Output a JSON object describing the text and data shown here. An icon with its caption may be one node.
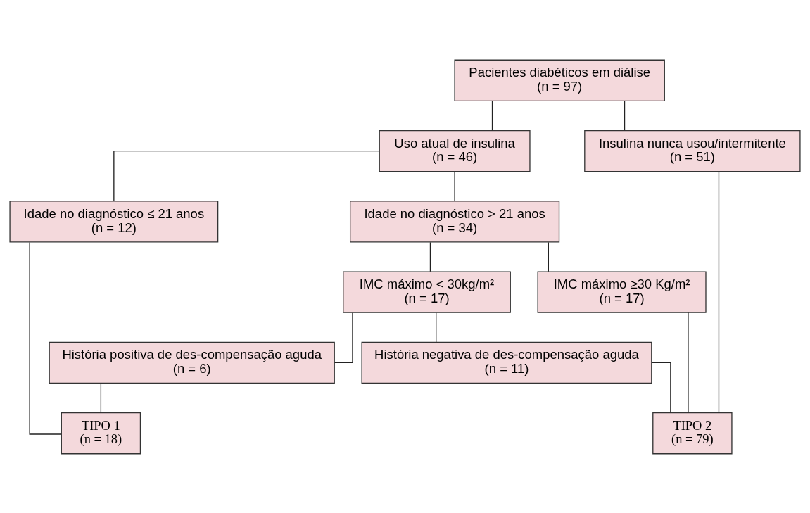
{
  "diagram": {
    "nodes": [
      {
        "text": [
          "Pacientes diabéticos em diálise",
          "(n = 97)"
        ]
      },
      {
        "text": [
          "Uso atual de insulina",
          "(n = 46)"
        ]
      },
      {
        "text": [
          "Insulina nunca usou/intermitente",
          "(n = 51)"
        ]
      },
      {
        "text": [
          "Idade no diagnóstico ≤ 21 anos",
          "(n = 12)"
        ]
      },
      {
        "text": [
          "Idade no diagnóstico > 21 anos",
          "(n = 34)"
        ]
      },
      {
        "text": [
          "IMC máximo < 30kg/m²",
          "(n = 17)"
        ]
      },
      {
        "text": [
          "IMC máximo ≥30 Kg/m²",
          "(n = 17)"
        ]
      },
      {
        "text": [
          "História positiva de des-compensação aguda",
          "(n = 6)"
        ]
      },
      {
        "text": [
          "História negativa de des-compensação aguda",
          "(n = 11)"
        ]
      },
      {
        "text": [
          "TIPO 1",
          "(n = 18)"
        ]
      },
      {
        "text": [
          "TIPO 2",
          "(n = 79)"
        ]
      }
    ],
    "edges": [
      {
        "from": 0,
        "to": 1,
        "arrow": "none"
      },
      {
        "from": 0,
        "to": 2,
        "arrow": "none"
      },
      {
        "from": 1,
        "to": 3,
        "arrow": "none"
      },
      {
        "from": 1,
        "to": 4,
        "arrow": "none"
      },
      {
        "from": 4,
        "to": 5,
        "arrow": "none"
      },
      {
        "from": 4,
        "to": 6,
        "arrow": "none"
      },
      {
        "from": 5,
        "to": 7,
        "arrow": "none"
      },
      {
        "from": 5,
        "to": 8,
        "arrow": "none"
      },
      {
        "from": 3,
        "to": 9,
        "arrow": "none"
      },
      {
        "from": 7,
        "to": 9,
        "arrow": "none"
      },
      {
        "from": 2,
        "to": 10,
        "arrow": "none"
      },
      {
        "from": 6,
        "to": 10,
        "arrow": "none"
      },
      {
        "from": 8,
        "to": 10,
        "arrow": "none"
      }
    ]
  }
}
